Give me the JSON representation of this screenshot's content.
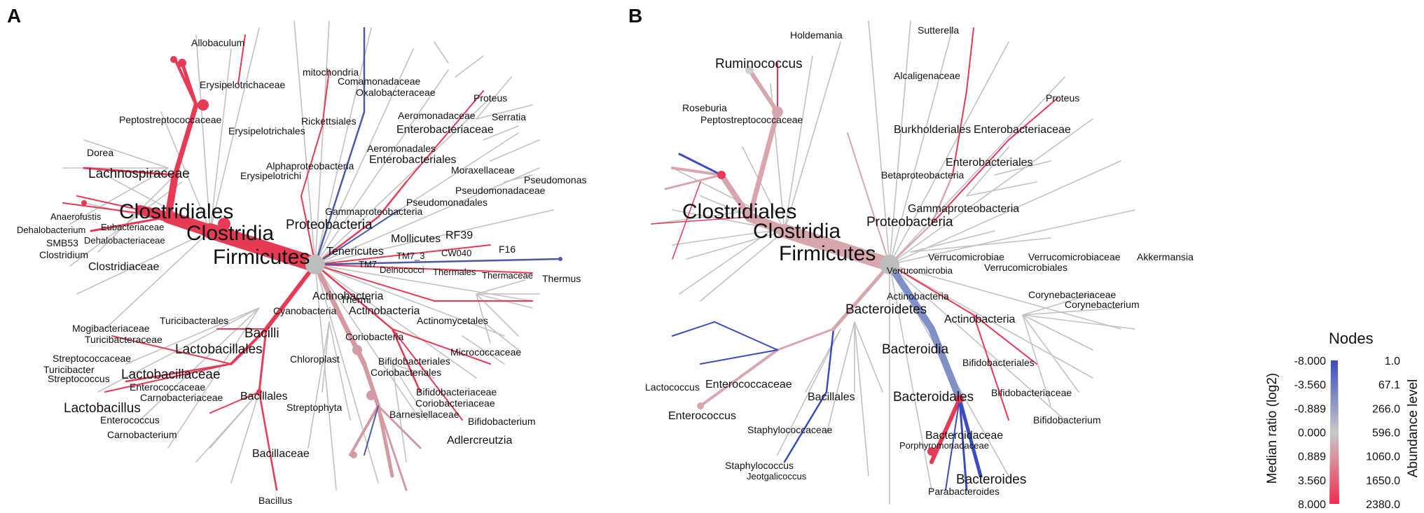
{
  "panels": [
    {
      "letter": "A",
      "labels": {
        "firmicutes": "Firmicutes",
        "clostridia": "Clostridia",
        "clostridiales": "Clostridiales",
        "lachnospiraceae": "Lachnospiraceae",
        "dorea": "Dorea",
        "peptostreptococcaceae": "Peptostreptococcaceae",
        "erysipelotrichaceae": "Erysipelotrichaceae",
        "allobaculum": "Allobaculum",
        "erysipelotrichales": "Erysipelotrichales",
        "erysipelotrichi": "Erysipelotrichi",
        "anaerofustis": "Anaerofustis",
        "eubacteriaceae": "Eubacteriaceae",
        "dehalobacterium": "Dehalobacterium",
        "dehalobacteriaceae": "Dehalobacteriaceae",
        "smb53": "SMB53",
        "clostridium": "Clostridium",
        "clostridiaceae": "Clostridiaceae",
        "mitochondria": "mitochondria",
        "comamonadaceae": "Comamonadaceae",
        "oxalobacteraceae": "Oxalobacteraceae",
        "rickettsiales": "Rickettsiales",
        "alphaproteobacteria": "Alphaproteobacteria",
        "aeromonadaceae": "Aeromonadaceae",
        "enterobacteriaceae": "Enterobacteriaceae",
        "aeromonadales": "Aeromonadales",
        "enterobacteriales": "Enterobacteriales",
        "proteus": "Proteus",
        "serratia": "Serratia",
        "moraxellaceae": "Moraxellaceae",
        "pseudomonas": "Pseudomonas",
        "pseudomonadaceae": "Pseudomonadaceae",
        "pseudomonadales": "Pseudomonadales",
        "gammaproteobacteria": "Gammaproteobacteria",
        "proteobacteria": "Proteobacteria",
        "mollicutes": "Mollicutes",
        "rf39": "RF39",
        "tenericutes": "Tenericutes",
        "tm7_3": "TM7_3",
        "cw040": "CW040",
        "f16": "F16",
        "tm7": "TM7",
        "deinococci": "Deinococci",
        "thermales": "Thermales",
        "thermaceae": "Thermaceae",
        "thermus": "Thermus",
        "thermi": "Thermi",
        "actinobacteria_phylum": "Actinobacteria",
        "cyanobacteria": "Cyanobacteria",
        "actinobacteria_class": "Actinobacteria",
        "actinomycetales": "Actinomycetales",
        "micrococcaceae": "Micrococcaceae",
        "coriobacteria": "Coriobacteria",
        "bifidobacteriales": "Bifidobacteriales",
        "coriobacteriales": "Coriobacteriales",
        "bifidobacteriaceae": "Bifidobacteriaceae",
        "coriobacteriaceae": "Coriobacteriaceae",
        "barnesiellaceae": "Barnesiellaceae",
        "bifidobacterium": "Bifidobacterium",
        "adlercreutzia": "Adlercreutzia",
        "chloroplast": "Chloroplast",
        "streptophyta": "Streptophyta",
        "bacilli": "Bacilli",
        "turicibacterales": "Turicibacterales",
        "mogibacteriaceae": "Mogibacteriaceae",
        "turicibacteraceae": "Turicibacteraceae",
        "lactobacillales": "Lactobacillales",
        "streptococcaceae": "Streptococcaceae",
        "turicibacter": "Turicibacter",
        "lactobacillaceae": "Lactobacillaceae",
        "streptococcus": "Streptococcus",
        "enterococcaceae": "Enterococcaceae",
        "carnobacteriaceae": "Carnobacteriaceae",
        "lactobacillus": "Lactobacillus",
        "enterococcus": "Enterococcus",
        "carnobacterium": "Carnobacterium",
        "bacillales": "Bacillales",
        "bacillaceae": "Bacillaceae",
        "bacillus": "Bacillus"
      }
    },
    {
      "letter": "B",
      "labels": {
        "holdemania": "Holdemania",
        "sutterella": "Sutterella",
        "ruminococcus": "Ruminococcus",
        "alcaligenaceae": "Alcaligenaceae",
        "roseburia": "Roseburia",
        "peptostreptococcaceae": "Peptostreptococcaceae",
        "proteus": "Proteus",
        "burkholderiales": "Burkholderiales",
        "enterobacteriaceae": "Enterobacteriaceae",
        "enterobacteriales": "Enterobacteriales",
        "betaproteobacteria": "Betaproteobacteria",
        "clostridiales": "Clostridiales",
        "gammaproteobacteria": "Gammaproteobacteria",
        "clostridia": "Clostridia",
        "proteobacteria": "Proteobacteria",
        "firmicutes": "Firmicutes",
        "verrucomicrobiae": "Verrucomicrobiae",
        "verrucomicrobiaceae": "Verrucomicrobiaceae",
        "akkermansia": "Akkermansia",
        "verrucomicrobia": "Verrucomicrobia",
        "verrucomicrobiales": "Verrucomicrobiales",
        "actinobacteria_phylum": "Actinobacteria",
        "bacteroidetes": "Bacteroidetes",
        "corynebacteriaceae": "Corynebacteriaceae",
        "corynebacterium": "Corynebacterium",
        "actinobacteria_class": "Actinobacteria",
        "bacteroidia": "Bacteroidia",
        "bifidobacteriales": "Bifidobacteriales",
        "bifidobacteriaceae": "Bifidobacteriaceae",
        "bacteroidales": "Bacteroidales",
        "bifidobacterium": "Bifidobacterium",
        "lactococcus": "Lactococcus",
        "enterococcaceae": "Enterococcaceae",
        "bacillales": "Bacillales",
        "enterococcus": "Enterococcus",
        "staphylococcaceae": "Staphylococcaceae",
        "bacteroidaceae": "Bacteroidaceae",
        "porphyromonadaceae": "Porphyromonadaceae",
        "staphylococcus": "Staphylococcus",
        "jeotgalicoccus": "Jeotgalicoccus",
        "bacteroides": "Bacteroides",
        "parabacteroides": "Parabacteroides"
      }
    }
  ],
  "legend": {
    "title": "Nodes",
    "left_axis_title": "Median ratio (log2)",
    "right_axis_title": "Abundance level",
    "ratio_ticks": [
      "-8.000",
      "-3.560",
      "-0.889",
      "0.000",
      "0.889",
      "3.560",
      "8.000"
    ],
    "abundance_ticks": [
      "1.0",
      "67.1",
      "266.0",
      "596.0",
      "1060.0",
      "1650.0",
      "2380.0"
    ],
    "colors": {
      "low": "#3b4cc0",
      "mid": "#c8c8c8",
      "high": "#ef2e4f"
    }
  }
}
